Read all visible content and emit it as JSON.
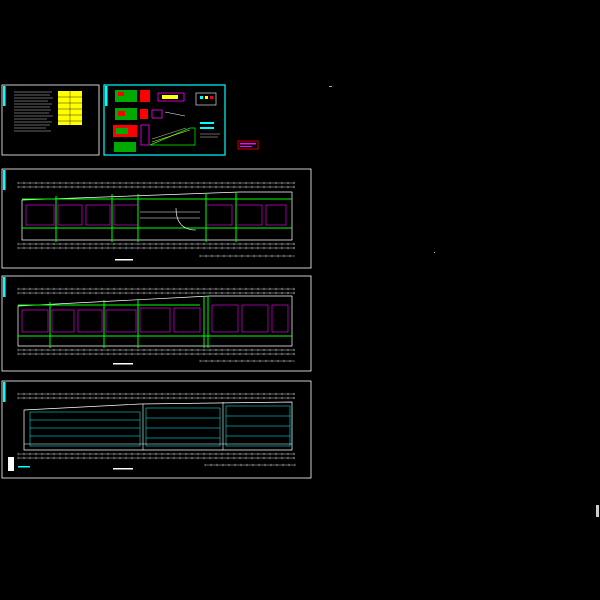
{
  "sheets": [
    {
      "id": "notes-sheet",
      "kind": "notes"
    },
    {
      "id": "detail-sheet",
      "kind": "details"
    },
    {
      "id": "floor-plan-1",
      "kind": "plan"
    },
    {
      "id": "floor-plan-2",
      "kind": "plan"
    },
    {
      "id": "floor-plan-3",
      "kind": "plan"
    }
  ],
  "colors": {
    "background": "#000000",
    "border": "#ffffff",
    "title_bar": "#00ffff",
    "wall": "#ffffff",
    "grid": "#00ff00",
    "room": "#ff00ff",
    "dimension": "#ffffff",
    "legend": "#ffff00",
    "accent": "#ff0000",
    "pipe": "#00ffff"
  }
}
